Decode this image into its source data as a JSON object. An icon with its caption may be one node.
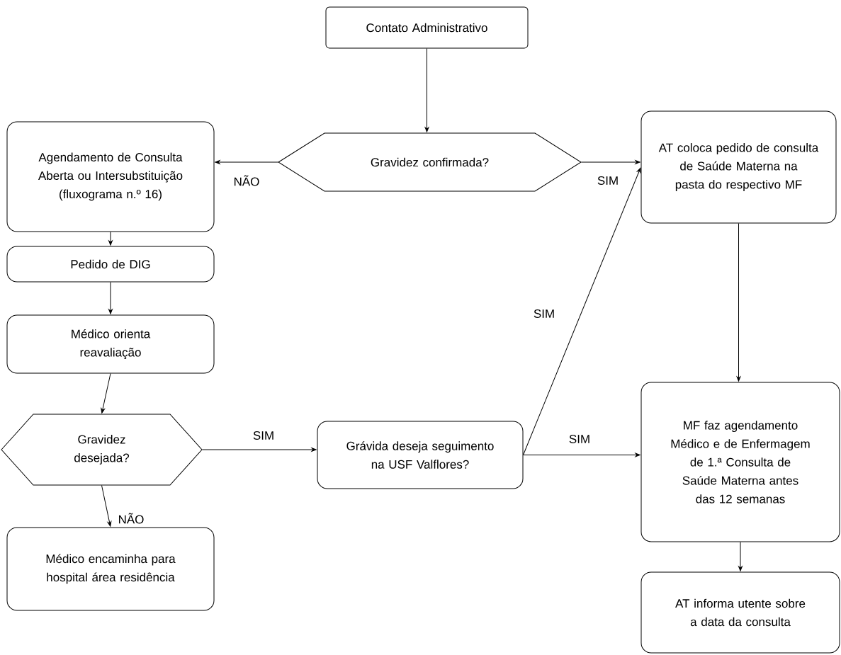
{
  "diagram": {
    "nodes": [
      {
        "text": [
          "Contato Administrativo"
        ]
      },
      {
        "text": [
          "Gravidez confirmada?"
        ]
      },
      {
        "text": [
          "Agendamento de Consulta Aberta ou Intersubstituição (fluxograma n.º 16)"
        ]
      },
      {
        "text": [
          "AT coloca pedido de consulta de Saúde Materna na pasta do respectivo MF"
        ]
      },
      {
        "text": [
          "Pedido de DIG"
        ]
      },
      {
        "text": [
          "Médico orienta reavaliação"
        ]
      },
      {
        "text": [
          "Gravidez desejada?"
        ]
      },
      {
        "text": [
          "Grávida deseja seguimento na USF Valflores?"
        ]
      },
      {
        "text": [
          "MF faz agendamento Médico e de Enfermagem de 1.ª Consulta de Saúde Materna antes das 12 semanas"
        ]
      },
      {
        "text": [
          "Médico encaminha para hospital área residência"
        ]
      },
      {
        "text": [
          "AT informa utente sobre a data da consulta"
        ]
      }
    ],
    "edges": [
      {
        "from": 0,
        "to": 1,
        "arrow": "to"
      },
      {
        "from": 1,
        "to": 2,
        "arrow": "to",
        "label": "NÃO"
      },
      {
        "from": 1,
        "to": 3,
        "arrow": "to",
        "label": "SIM"
      },
      {
        "from": 2,
        "to": 4,
        "arrow": "to"
      },
      {
        "from": 4,
        "to": 5,
        "arrow": "to"
      },
      {
        "from": 5,
        "to": 6,
        "arrow": "to"
      },
      {
        "from": 6,
        "to": 7,
        "arrow": "to",
        "label": "SIM"
      },
      {
        "from": 6,
        "to": 9,
        "arrow": "to",
        "label": "NÃO"
      },
      {
        "from": 7,
        "to": 3,
        "arrow": "to",
        "label": "SIM"
      },
      {
        "from": 7,
        "to": 8,
        "arrow": "to",
        "label": "SIM"
      },
      {
        "from": 3,
        "to": 8,
        "arrow": "to"
      },
      {
        "from": 8,
        "to": 10,
        "arrow": "to"
      }
    ]
  }
}
